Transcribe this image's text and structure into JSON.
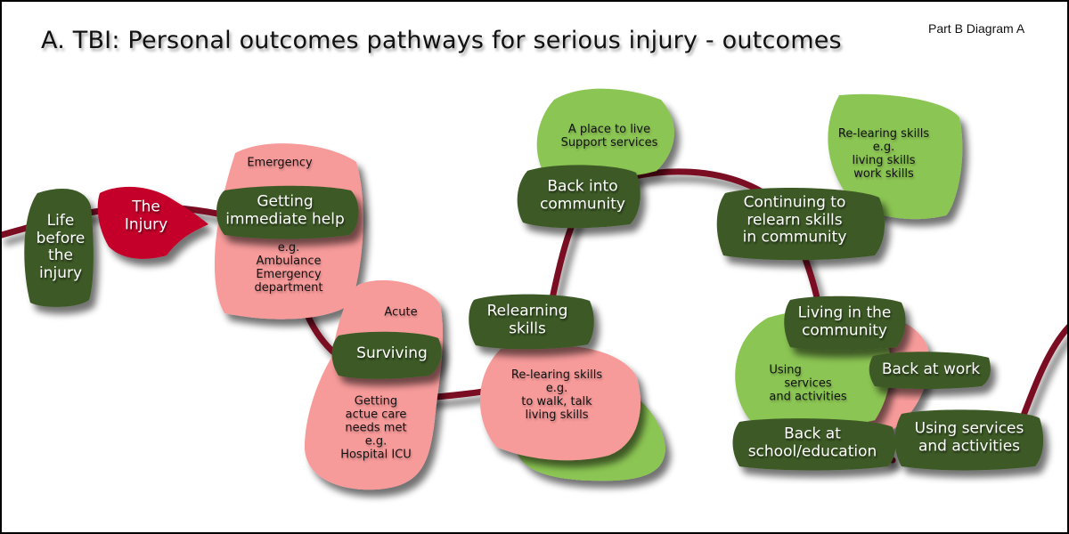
{
  "title": "A.  TBI: Personal outcomes pathways for serious injury - outcomes",
  "subtitle": "Part B Diagram A",
  "colors": {
    "dark_green": "#3d5a26",
    "light_green": "#8bc553",
    "pink": "#f79a9a",
    "injury_red": "#c4002b",
    "path": "#7a0a24"
  },
  "stages": [
    {
      "id": "life-before",
      "lines": [
        "Life",
        "before",
        "the",
        "injury"
      ],
      "style": "dark"
    },
    {
      "id": "the-injury",
      "lines": [
        "The",
        "Injury"
      ],
      "style": "injury"
    },
    {
      "id": "getting-help",
      "lines": [
        "Getting",
        "immediate help"
      ],
      "style": "dark"
    },
    {
      "id": "surviving",
      "lines": [
        "Surviving"
      ],
      "style": "dark"
    },
    {
      "id": "relearning",
      "lines": [
        "Relearning",
        "skills"
      ],
      "style": "dark"
    },
    {
      "id": "back-into-community",
      "lines": [
        "Back into",
        "community"
      ],
      "style": "dark"
    },
    {
      "id": "continuing",
      "lines": [
        "Continuing to",
        "relearn skills",
        "in community"
      ],
      "style": "dark"
    },
    {
      "id": "living",
      "lines": [
        "Living in the",
        "community"
      ],
      "style": "dark"
    },
    {
      "id": "back-at-work",
      "lines": [
        "Back at work"
      ],
      "style": "dark"
    },
    {
      "id": "back-at-school",
      "lines": [
        "Back at",
        "school/education"
      ],
      "style": "dark"
    },
    {
      "id": "using-services",
      "lines": [
        "Using services",
        "and activities"
      ],
      "style": "dark"
    }
  ],
  "notes": [
    {
      "id": "emergency-header",
      "lines": [
        "Emergency"
      ]
    },
    {
      "id": "emergency-detail",
      "lines": [
        "e.g.",
        "Ambulance",
        "Emergency",
        "department"
      ]
    },
    {
      "id": "acute-header",
      "lines": [
        "Acute"
      ]
    },
    {
      "id": "acute-detail",
      "lines": [
        "Getting",
        "actue care",
        "needs met",
        "e.g.",
        "Hospital ICU"
      ]
    },
    {
      "id": "relearning-detail",
      "lines": [
        "Re-learing skills",
        "e.g.",
        "to walk, talk",
        "living skills"
      ]
    },
    {
      "id": "community-detail",
      "lines": [
        "A place to live",
        "Support services"
      ]
    },
    {
      "id": "continuing-detail",
      "lines": [
        "Re-learing skills",
        "e.g.",
        "living skills",
        "work skills"
      ]
    },
    {
      "id": "living-detail",
      "lines": [
        "Using",
        "services",
        "and activities"
      ]
    }
  ]
}
